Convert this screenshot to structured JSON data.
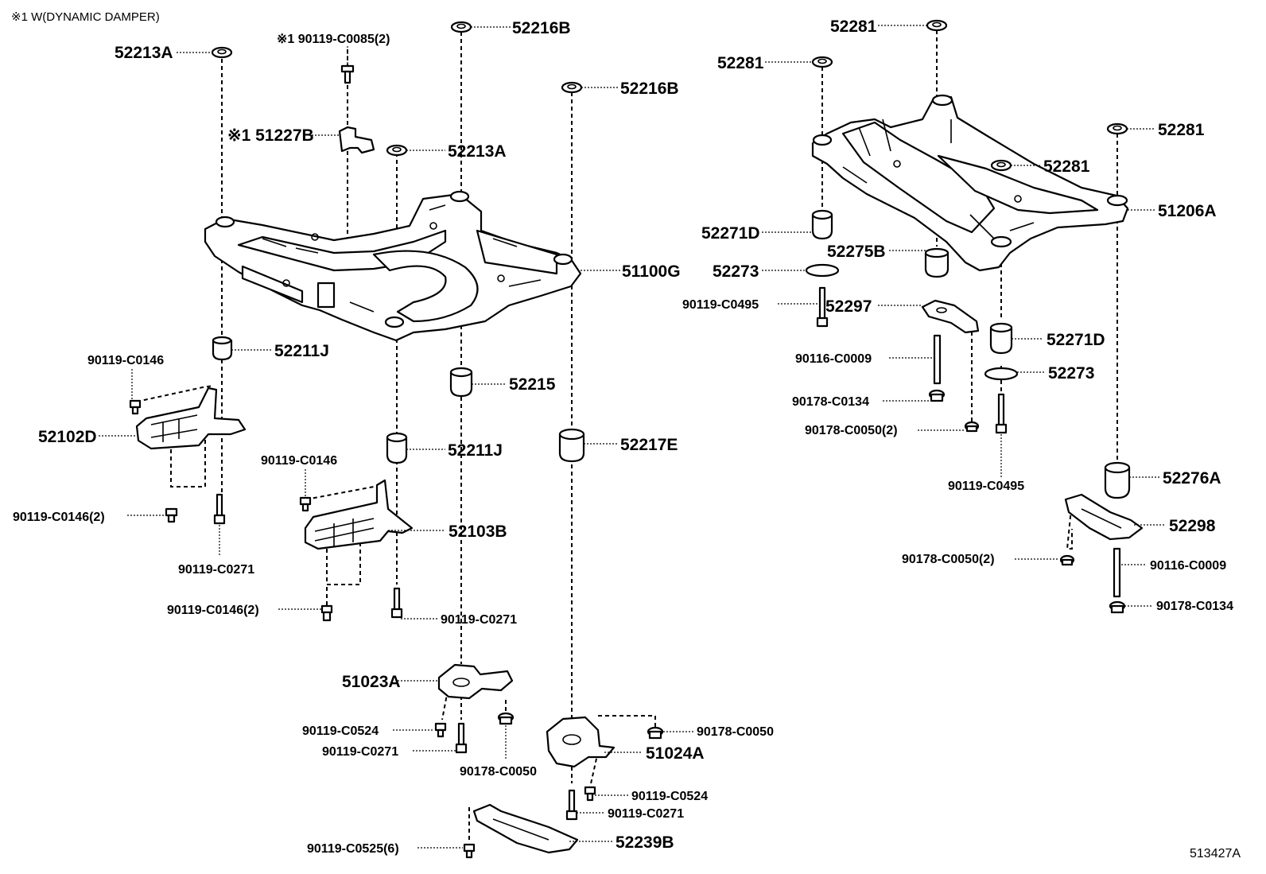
{
  "note": "※1 W(DYNAMIC DAMPER)",
  "diagram_ref": "513427A",
  "labels": {
    "p52213A_top": "52213A",
    "p90119C0085": "※1 90119-C0085(2)",
    "p52216B_a": "52216B",
    "p52216B_b": "52216B",
    "p51227B": "※1 51227B",
    "p52213A_mid": "52213A",
    "p51100G": "51100G",
    "p52211J_a": "52211J",
    "p90119C0146_a": "90119-C0146",
    "p52215": "52215",
    "p52102D": "52102D",
    "p52211J_b": "52211J",
    "p52217E": "52217E",
    "p90119C0146_b": "90119-C0146",
    "p90119C0146_2a": "90119-C0146(2)",
    "p52103B": "52103B",
    "p90119C0271_a": "90119-C0271",
    "p90119C0146_2b": "90119-C0146(2)",
    "p90119C0271_b": "90119-C0271",
    "p51023A": "51023A",
    "p90119C0524_a": "90119-C0524",
    "p90119C0271_c": "90119-C0271",
    "p90178C0050_a": "90178-C0050",
    "p90178C0050_b": "90178-C0050",
    "p51024A": "51024A",
    "p90119C0524_b": "90119-C0524",
    "p90119C0271_d": "90119-C0271",
    "p90119C0525": "90119-C0525(6)",
    "p52239B": "52239B",
    "p52281_a": "52281",
    "p52281_b": "52281",
    "p52281_c": "52281",
    "p52281_d": "52281",
    "p51206A": "51206A",
    "p52271D_a": "52271D",
    "p52275B": "52275B",
    "p52273_a": "52273",
    "p90119C0495_a": "90119-C0495",
    "p52297": "52297",
    "p52271D_b": "52271D",
    "p90116C0009_a": "90116-C0009",
    "p52273_b": "52273",
    "p90178C0134_a": "90178-C0134",
    "p90178C0050_2a": "90178-C0050(2)",
    "p90119C0495_b": "90119-C0495",
    "p52276A": "52276A",
    "p52298": "52298",
    "p90178C0050_2b": "90178-C0050(2)",
    "p90116C0009_b": "90116-C0009",
    "p90178C0134_b": "90178-C0134"
  }
}
